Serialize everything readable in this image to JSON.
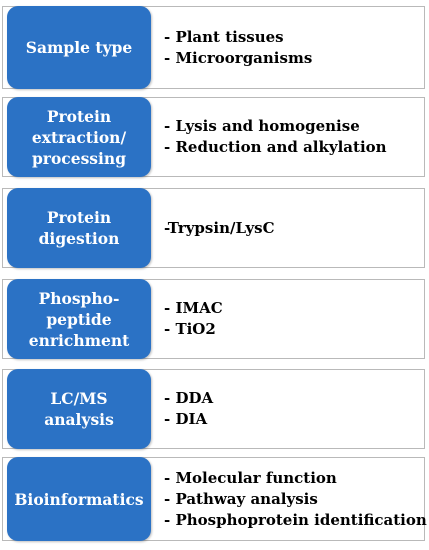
{
  "stages": [
    {
      "label": "Sample type",
      "items": [
        "- Plant tissues",
        "- Microorganisms"
      ]
    },
    {
      "label": "Protein\nextraction/\nprocessing",
      "items": [
        "- Lysis and homogenise",
        "- Reduction and alkylation"
      ]
    },
    {
      "label": "Protein\ndigestion",
      "items": [
        "-Trypsin/LysC"
      ]
    },
    {
      "label": "Phospho-\npeptide\nenrichment",
      "items": [
        "- IMAC",
        "- TiO2"
      ]
    },
    {
      "label": "LC/MS\nanalysis",
      "items": [
        "- DDA",
        "- DIA"
      ]
    },
    {
      "label": "Bioinformatics",
      "items": [
        "- Molecular function",
        "- Pathway analysis",
        "- Phosphoprotein identification"
      ]
    }
  ]
}
